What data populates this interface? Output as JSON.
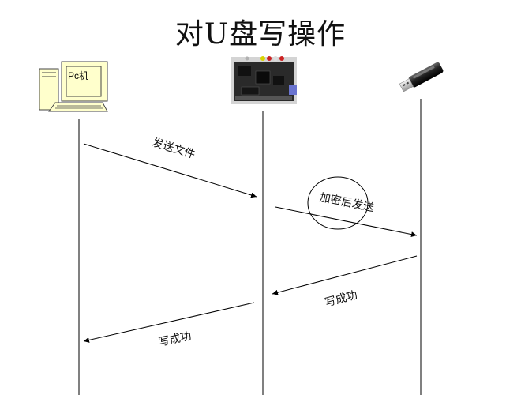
{
  "title": "对U盘写操作",
  "participants": {
    "pc": {
      "label": "Pc机",
      "icon": "computer-icon"
    },
    "board": {
      "icon": "circuit-board-icon"
    },
    "usb": {
      "icon": "usb-drive-icon"
    }
  },
  "messages": {
    "send_file": "发送文件",
    "encrypt_send": "加密后发送",
    "write_ok_board": "写成功",
    "write_ok_pc": "写成功"
  }
}
